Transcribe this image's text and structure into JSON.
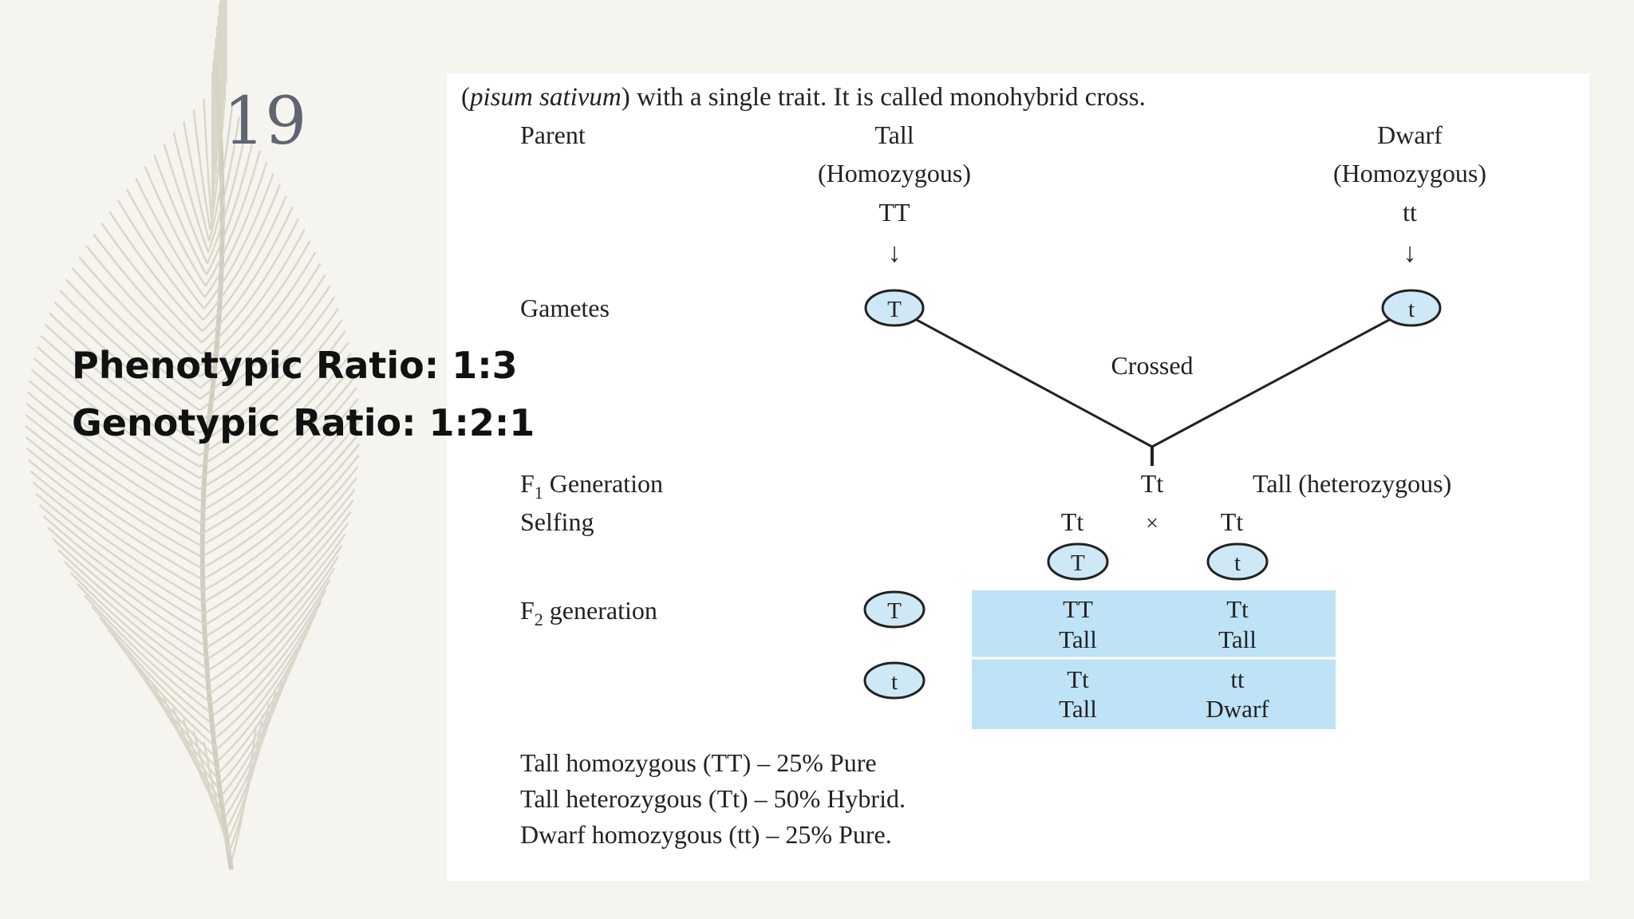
{
  "slide": {
    "number": "19"
  },
  "ratios": {
    "phenotypic": "Phenotypic Ratio: 1:3",
    "genotypic": "Genotypic Ratio: 1:2:1"
  },
  "diagram": {
    "intro_italic": "pisum sativum",
    "intro_rest": ") with a single trait. It is called monohybrid cross.",
    "intro_open": "(",
    "parent_label": "Parent",
    "tall_label": "Tall",
    "dwarf_label": "Dwarf",
    "homozygous_label": "(Homozygous)",
    "tall_genotype": "TT",
    "dwarf_genotype": "tt",
    "arrow": "↓",
    "gametes_label": "Gametes",
    "gamete_T": "T",
    "gamete_t": "t",
    "crossed_label": "Crossed",
    "f1_label_F": "F",
    "f1_label_sub": "1",
    "f1_label_rest": "Generation",
    "f1_genotype": "Tt",
    "f1_phenotype": "Tall (heterozygous)",
    "selfing_label": "Selfing",
    "selfing_left": "Tt",
    "selfing_cross": "×",
    "selfing_right": "Tt",
    "f2_label_F": "F",
    "f2_label_sub": "2",
    "f2_label_rest": "generation",
    "punnett": [
      [
        "TT",
        "Tall",
        "Tt",
        "Tall"
      ],
      [
        "Tt",
        "Tall",
        "tt",
        "Dwarf"
      ]
    ],
    "summary": [
      "Tall homozygous (TT) – 25% Pure",
      "Tall heterozygous (Tt) – 50% Hybrid.",
      "Dwarf homozygous (tt) – 25% Pure."
    ]
  },
  "colors": {
    "circle_fill": "#cfe8f5",
    "punnett_fill": "#bfe3f6",
    "feather": "#c9c5b6"
  }
}
